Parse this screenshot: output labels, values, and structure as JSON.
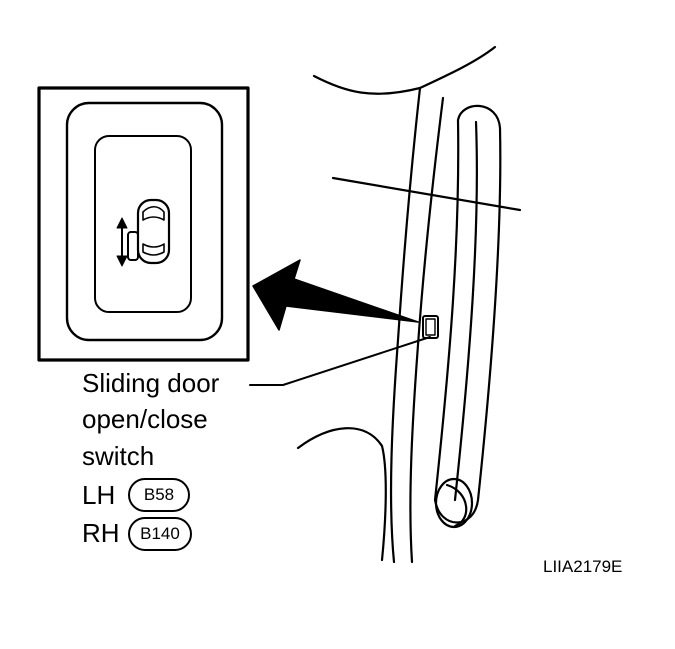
{
  "callout": {
    "line1": "Sliding door",
    "line2": "open/close",
    "line3": "switch"
  },
  "connectors": [
    {
      "side": "LH",
      "connector": "B58"
    },
    {
      "side": "RH",
      "connector": "B140"
    }
  ],
  "figure_id": "LIIA2179E",
  "line_color": "#000000",
  "background_color": "#ffffff",
  "icons": [
    "door-open-close-switch-detail-icon",
    "sliding-door-vehicle-icon",
    "pointer-arrow-icon"
  ]
}
